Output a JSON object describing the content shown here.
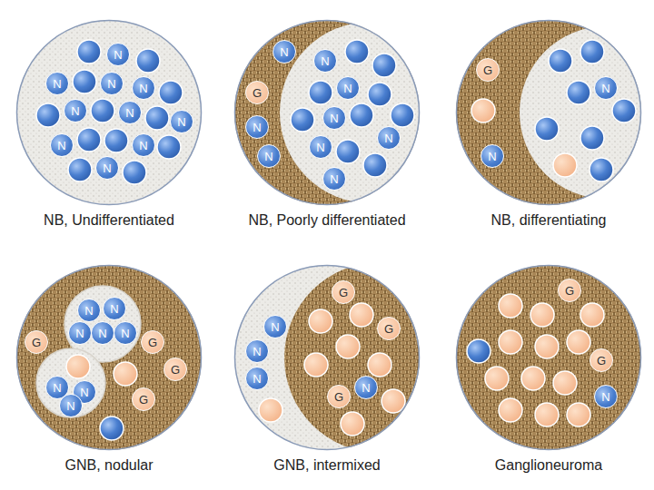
{
  "diagram": {
    "nodes": [
      {
        "text": [
          "NB, Undifferentiated"
        ]
      },
      {
        "text": [
          "N"
        ],
        "in": 0
      },
      {
        "text": [
          "N"
        ],
        "in": 0
      },
      {
        "text": [
          "N"
        ],
        "in": 0
      },
      {
        "text": [
          "N"
        ],
        "in": 0
      },
      {
        "text": [
          "N"
        ],
        "in": 0
      },
      {
        "text": [
          "N"
        ],
        "in": 0
      },
      {
        "text": [
          "N"
        ],
        "in": 0
      },
      {
        "text": [
          "N"
        ],
        "in": 0
      },
      {
        "text": [
          "N"
        ],
        "in": 0
      },
      {
        "text": [
          "N"
        ],
        "in": 0
      },
      {
        "text": [
          "NB, Poorly differentiated"
        ]
      },
      {
        "text": [
          "G"
        ],
        "in": 11
      },
      {
        "text": [
          "N"
        ],
        "in": 11
      },
      {
        "text": [
          "N"
        ],
        "in": 11
      },
      {
        "text": [
          "N"
        ],
        "in": 11
      },
      {
        "text": [
          "N"
        ],
        "in": 11
      },
      {
        "text": [
          "N"
        ],
        "in": 11
      },
      {
        "text": [
          "N"
        ],
        "in": 11
      },
      {
        "text": [
          "N"
        ],
        "in": 11
      },
      {
        "text": [
          "N"
        ],
        "in": 11
      },
      {
        "text": [
          "N"
        ],
        "in": 11
      },
      {
        "text": [
          "NB, differentiating"
        ]
      },
      {
        "text": [
          "G"
        ],
        "in": 22
      },
      {
        "text": [
          "N"
        ],
        "in": 22
      },
      {
        "text": [
          "N"
        ],
        "in": 22
      },
      {
        "text": [
          "GNB, nodular"
        ]
      },
      {
        "text": [
          "N"
        ],
        "in": 26
      },
      {
        "text": [
          "N"
        ],
        "in": 26
      },
      {
        "text": [
          "N"
        ],
        "in": 26
      },
      {
        "text": [
          "N"
        ],
        "in": 26
      },
      {
        "text": [
          "N"
        ],
        "in": 26
      },
      {
        "text": [
          "N"
        ],
        "in": 26
      },
      {
        "text": [
          "N"
        ],
        "in": 26
      },
      {
        "text": [
          "N"
        ],
        "in": 26
      },
      {
        "text": [
          "G"
        ],
        "in": 26
      },
      {
        "text": [
          "G"
        ],
        "in": 26
      },
      {
        "text": [
          "G"
        ],
        "in": 26
      },
      {
        "text": [
          "G"
        ],
        "in": 26
      },
      {
        "text": [
          "GNB, intermixed"
        ]
      },
      {
        "text": [
          "N"
        ],
        "in": 39
      },
      {
        "text": [
          "N"
        ],
        "in": 39
      },
      {
        "text": [
          "N"
        ],
        "in": 39
      },
      {
        "text": [
          "G"
        ],
        "in": 39
      },
      {
        "text": [
          "G"
        ],
        "in": 39
      },
      {
        "text": [
          "G"
        ],
        "in": 39
      },
      {
        "text": [
          "N"
        ],
        "in": 39
      },
      {
        "text": [
          "Ganglioneuroma"
        ]
      },
      {
        "text": [
          "G"
        ],
        "in": 47
      },
      {
        "text": [
          "G"
        ],
        "in": 47
      },
      {
        "text": [
          "N"
        ],
        "in": 47
      }
    ]
  }
}
